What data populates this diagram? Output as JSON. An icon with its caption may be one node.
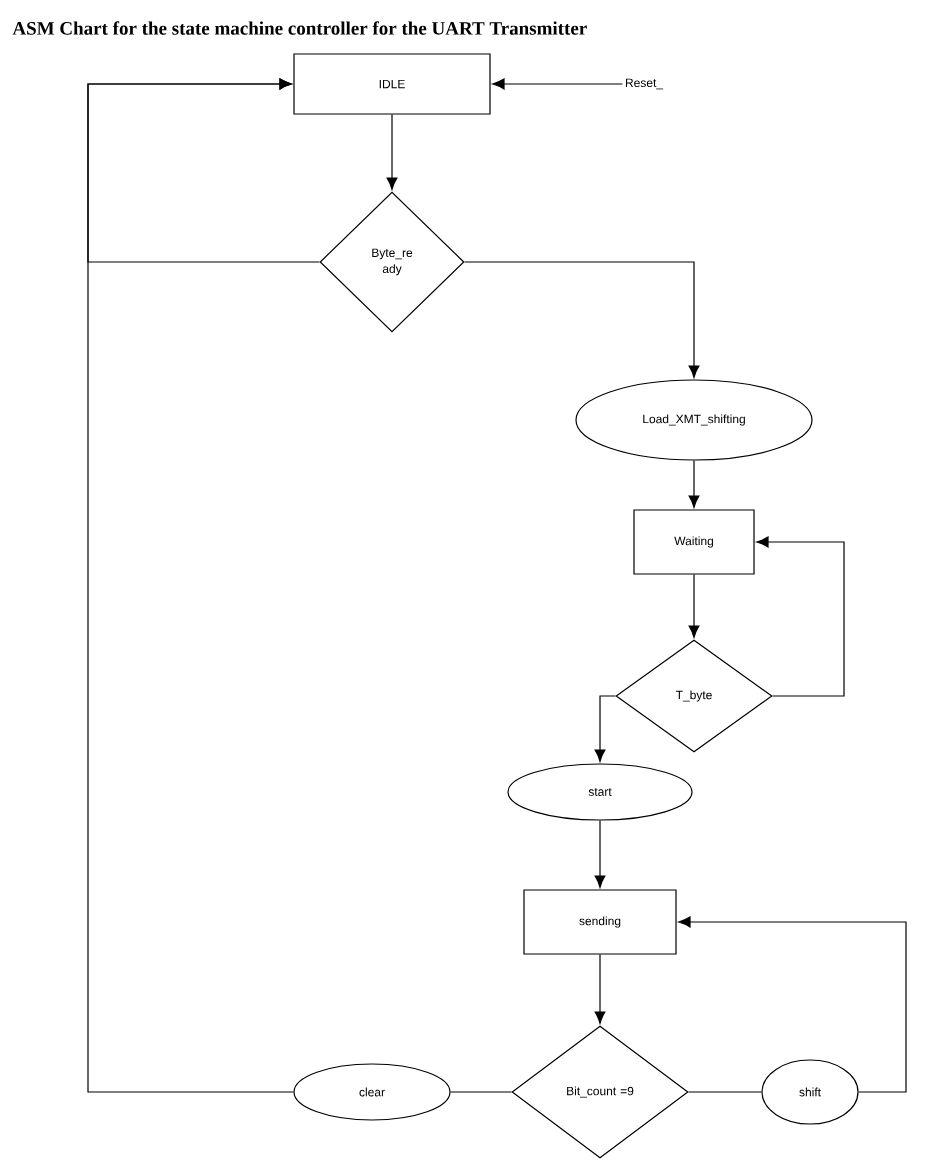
{
  "diagram": {
    "title": "ASM Chart for the  state machine controller for the UART Transmitter",
    "nodes": [
      {
        "text": [
          "IDLE"
        ]
      },
      {
        "text": [
          "Reset_"
        ]
      },
      {
        "text": [
          "Byte_re ady"
        ]
      },
      {
        "text": [
          "Load_XMT_shifting"
        ]
      },
      {
        "text": [
          "Waiting"
        ]
      },
      {
        "text": [
          "T_byte"
        ]
      },
      {
        "text": [
          "start"
        ]
      },
      {
        "text": [
          "sending"
        ]
      },
      {
        "text": [
          "Bit_count =9"
        ]
      },
      {
        "text": [
          "clear"
        ]
      },
      {
        "text": [
          "shift"
        ]
      }
    ],
    "edges": [
      {
        "from": 1,
        "to": 0,
        "arrow": "to"
      },
      {
        "from": 0,
        "to": 2,
        "arrow": "to"
      },
      {
        "from": 2,
        "to": 0,
        "arrow": "to"
      },
      {
        "from": 2,
        "to": 3,
        "arrow": "to"
      },
      {
        "from": 3,
        "to": 4,
        "arrow": "to"
      },
      {
        "from": 4,
        "to": 5,
        "arrow": "to"
      },
      {
        "from": 5,
        "to": 4,
        "arrow": "to"
      },
      {
        "from": 5,
        "to": 6,
        "arrow": "to"
      },
      {
        "from": 6,
        "to": 7,
        "arrow": "to"
      },
      {
        "from": 7,
        "to": 8,
        "arrow": "to"
      },
      {
        "from": 8,
        "to": 9,
        "arrow": "none"
      },
      {
        "from": 9,
        "to": 0,
        "arrow": "to"
      },
      {
        "from": 8,
        "to": 10,
        "arrow": "none"
      },
      {
        "from": 10,
        "to": 7,
        "arrow": "to"
      }
    ]
  }
}
